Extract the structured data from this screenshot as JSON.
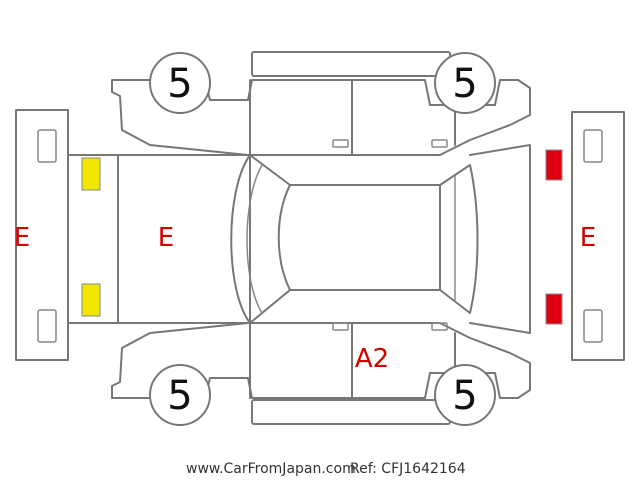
{
  "diagram": {
    "tires": {
      "front_left": "5",
      "front_right": "5",
      "rear_left": "5",
      "rear_right": "5"
    },
    "damage_marks": {
      "front_bumper": "E",
      "hood": "E",
      "rear_bumper": "E",
      "right_side": "A2"
    },
    "light_colors": {
      "headlight": "#f0e600",
      "taillight": "#e00010"
    },
    "footer": {
      "website": "www.CarFromJapan.com",
      "ref": "Ref: CFJ1642164"
    }
  }
}
